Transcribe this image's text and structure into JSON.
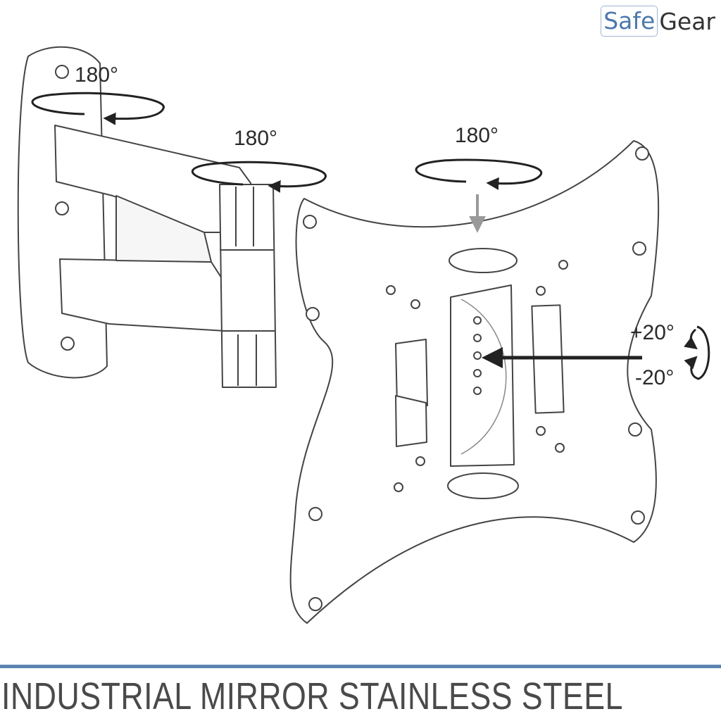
{
  "brand": {
    "part1": "Safe",
    "part2": "Gear",
    "color_part1": "#4c79ad",
    "color_part2": "#333333"
  },
  "rotations": {
    "wall_pivot": "180°",
    "arm_pivot": "180°",
    "plate_swivel": "180°",
    "tilt_up": "+20°",
    "tilt_down": "-20°"
  },
  "caption": "INDUSTRIAL MIRROR STAINLESS STEEL",
  "accent_color": "#5b84b1",
  "icons": [
    "rotation-arrow-icon",
    "tilt-arrow-icon",
    "brand-logo"
  ]
}
